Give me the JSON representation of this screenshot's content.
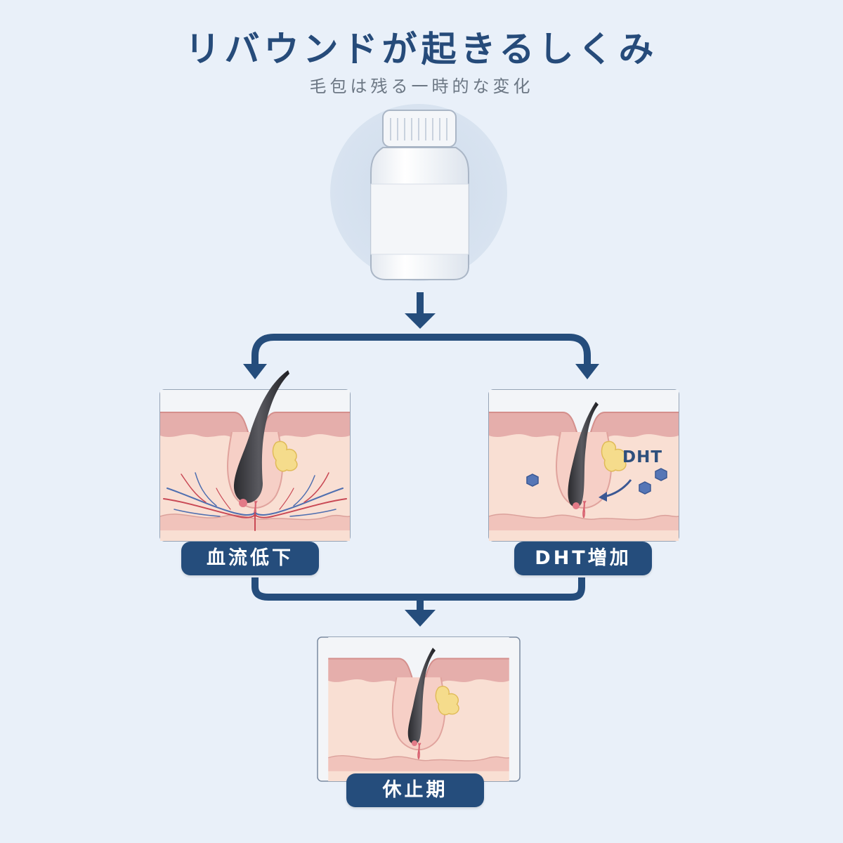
{
  "header": {
    "title": "リバウンドが起きるしくみ",
    "subtitle": "毛包は残る一時的な変化"
  },
  "panels": {
    "left_label": "血流低下",
    "right_label": "DHT増加",
    "right_inner_label": "DHT",
    "bottom_label": "休止期"
  },
  "colors": {
    "background": "#e9f0f9",
    "accent": "#254d7c",
    "skin": "#f9dfd3",
    "epidermis": "#e5aeab"
  }
}
